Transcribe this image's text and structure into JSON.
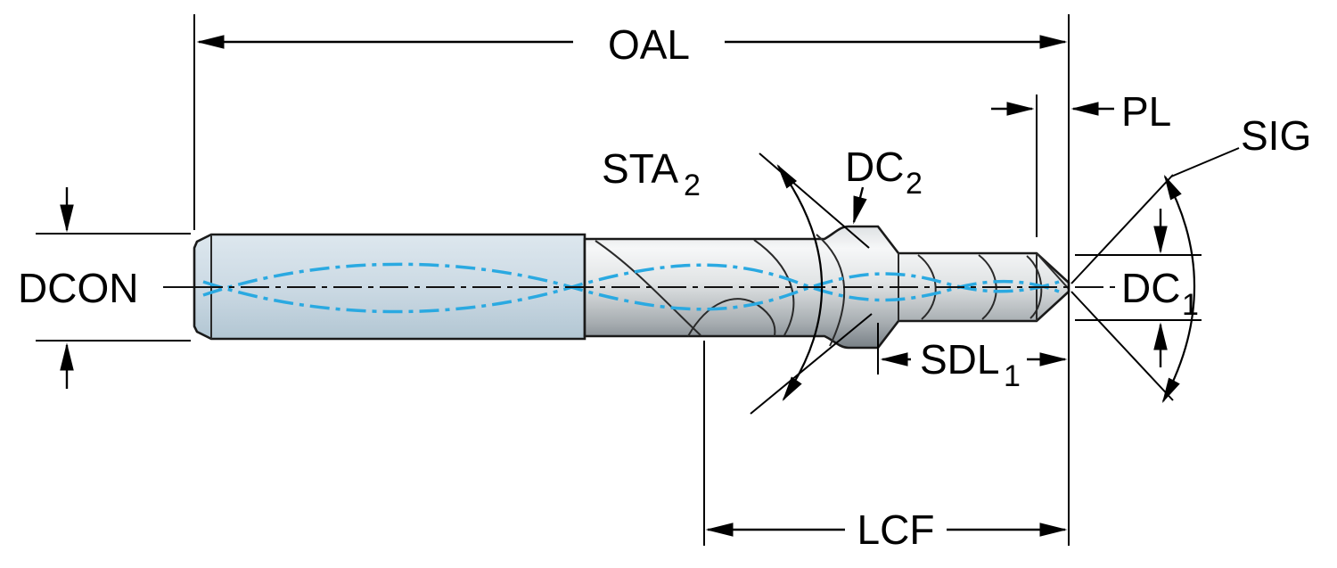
{
  "diagram": {
    "title": "Step drill dimensional drawing",
    "dimension_labels": {
      "oal": "OAL",
      "pl": "PL",
      "sig": "SIG",
      "sta2": {
        "base": "STA",
        "sub": "2"
      },
      "dc2": {
        "base": "DC",
        "sub": "2"
      },
      "dcon": "DCON",
      "dc1": {
        "base": "DC",
        "sub": "1"
      },
      "sdl1": {
        "base": "SDL",
        "sub": "1"
      },
      "lcf": "LCF"
    },
    "colors": {
      "background": "#ffffff",
      "outline": "#1a1a1a",
      "dimension_line": "#000000",
      "coolant_channel_blue": "#2aa9e1",
      "shank_top": "#dde7ee",
      "shank_mid": "#ccdae4",
      "shank_bottom": "#b2c6d3",
      "metal_edge_top": "#dfe2e4",
      "metal_highlight": "#f6f7f8",
      "metal_mid": "#e2e5e6",
      "metal_shadow": "#a6acb0",
      "metal_dark": "#788086"
    }
  }
}
